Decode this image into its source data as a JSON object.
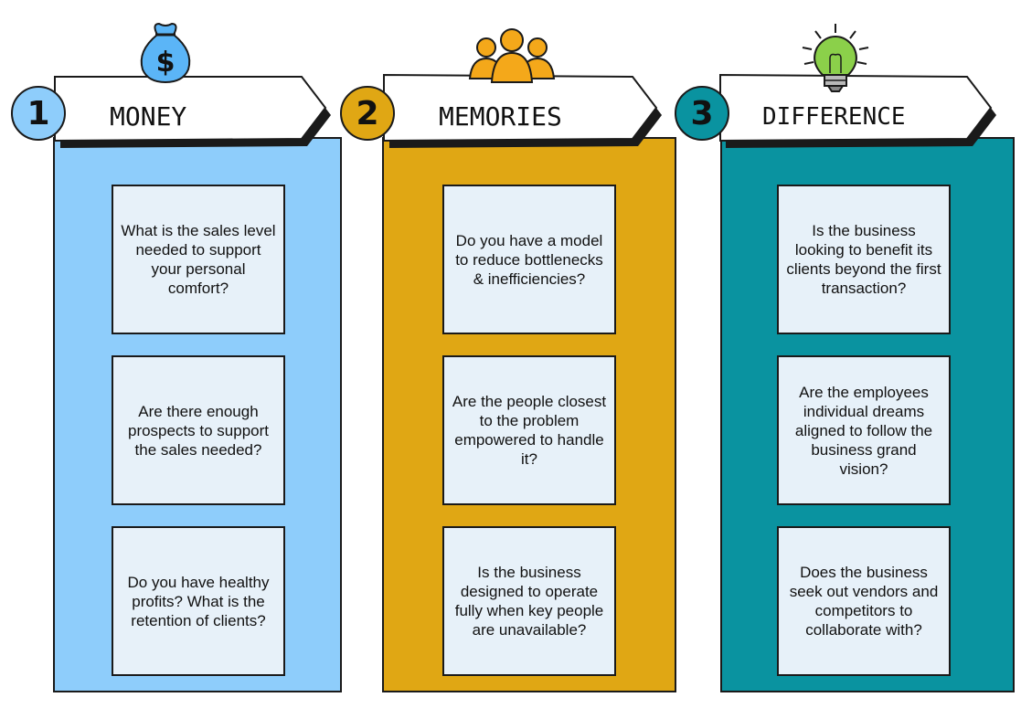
{
  "columns": [
    {
      "number": "1",
      "title": "MONEY",
      "icon": "money-bag-icon",
      "color": "#8ecdfb",
      "questions": [
        "What is the sales level needed to support your personal comfort?",
        "Are there enough prospects to support the sales needed?",
        "Do you have healthy profits? What is the retention of clients?"
      ]
    },
    {
      "number": "2",
      "title": "MEMORIES",
      "icon": "people-group-icon",
      "color": "#e0a714",
      "questions": [
        "Do you have a model to reduce bottlenecks & inefficiencies?",
        "Are the people closest to the problem empowered to handle it?",
        "Is the business designed to operate fully when key people are unavailable?"
      ]
    },
    {
      "number": "3",
      "title": "DIFFERENCE",
      "icon": "lightbulb-icon",
      "color": "#0a93a0",
      "questions": [
        "Is the business looking to benefit its clients beyond the first transaction?",
        "Are the employees individual dreams aligned to follow the business grand vision?",
        "Does the business seek out vendors and competitors to collaborate with?"
      ]
    }
  ]
}
